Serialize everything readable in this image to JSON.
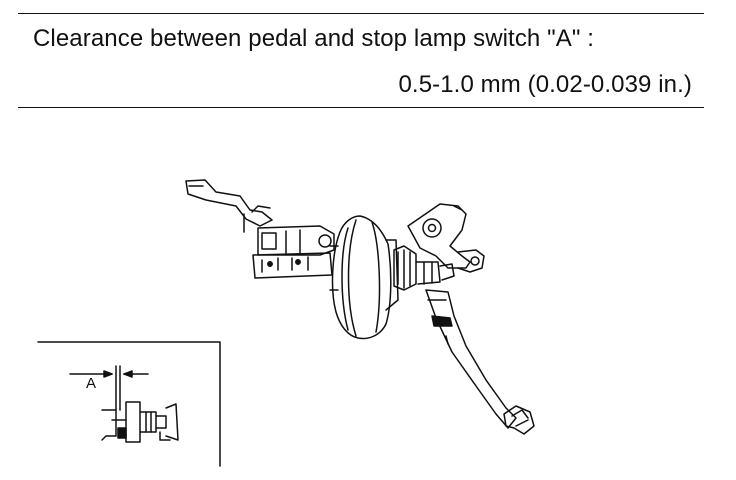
{
  "spec": {
    "label": "Clearance between pedal and stop lamp switch \"A\" :",
    "value": "0.5-1.0 mm (0.02-0.039 in.)"
  },
  "figure": {
    "detail_letter": "A"
  }
}
